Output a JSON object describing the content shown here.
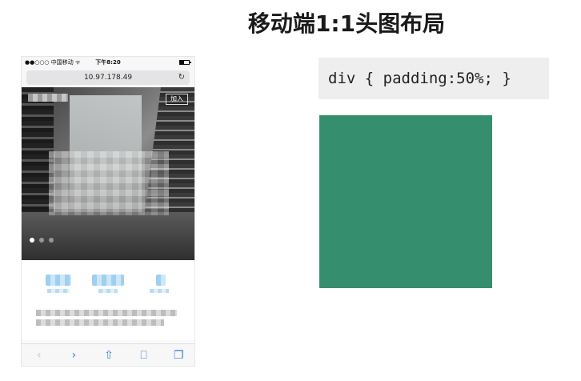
{
  "slide": {
    "title": "移动端1:1头图布局"
  },
  "phone": {
    "status_bar": {
      "carrier": "●●○○○ 中国移动 ᯤ",
      "time": "下午8:20"
    },
    "url_bar": {
      "address": "10.97.178.49",
      "reload_icon": "reload-icon"
    },
    "hero": {
      "join_label": "加入",
      "carousel_count": 3,
      "active_index": 0
    },
    "toolbar": {
      "back": "‹",
      "forward": "›",
      "share": "⇧",
      "bookmarks": "⎕",
      "tabs": "❐"
    }
  },
  "code": {
    "text": "div { padding:50%; }"
  },
  "colors": {
    "green": "#358e6e",
    "code_bg": "#eeeeee",
    "toolbar_icon": "#3d7fd6"
  }
}
